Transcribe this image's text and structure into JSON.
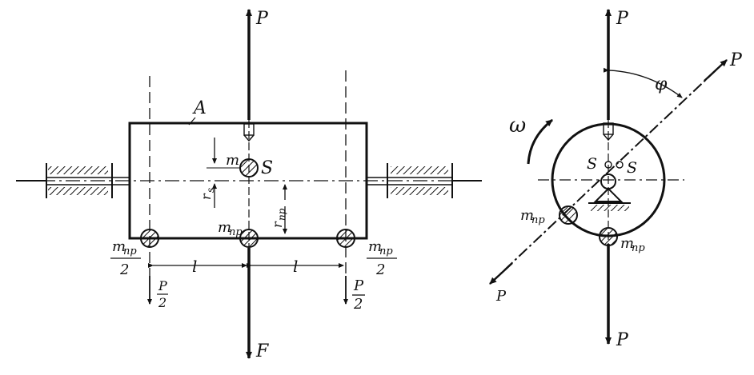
{
  "labels": {
    "P_top_left": "P",
    "P_bottom_left": "F",
    "A": "A",
    "m": "m",
    "S_left": "S",
    "r_s": "r",
    "r_s_sub": "s",
    "r_pr": "r",
    "r_pr_sub": "пр",
    "m_pr_center": "m",
    "m_pr_center_sub": "пр",
    "m_pr_left_num": "m",
    "m_pr_left_num_sub": "пр",
    "m_pr_left_den": "2",
    "m_pr_right_num": "m",
    "m_pr_right_num_sub": "пр",
    "m_pr_right_den": "2",
    "l_left": "l",
    "l_right": "l",
    "P2_left_num": "P",
    "P2_left_den": "2",
    "P2_right_num": "P",
    "P2_right_den": "2",
    "omega": "ω",
    "P_top_right": "P",
    "phi": "φ",
    "P_diag_upper": "P",
    "P_diag_lower": "P",
    "S_right_1": "S",
    "S_right_2": "S",
    "m_pr_right_side": "m",
    "m_pr_right_side_sub": "пр",
    "m_pr_right_bottom": "m",
    "m_pr_right_bottom_sub": "пр",
    "P_bottom_right": "P"
  }
}
